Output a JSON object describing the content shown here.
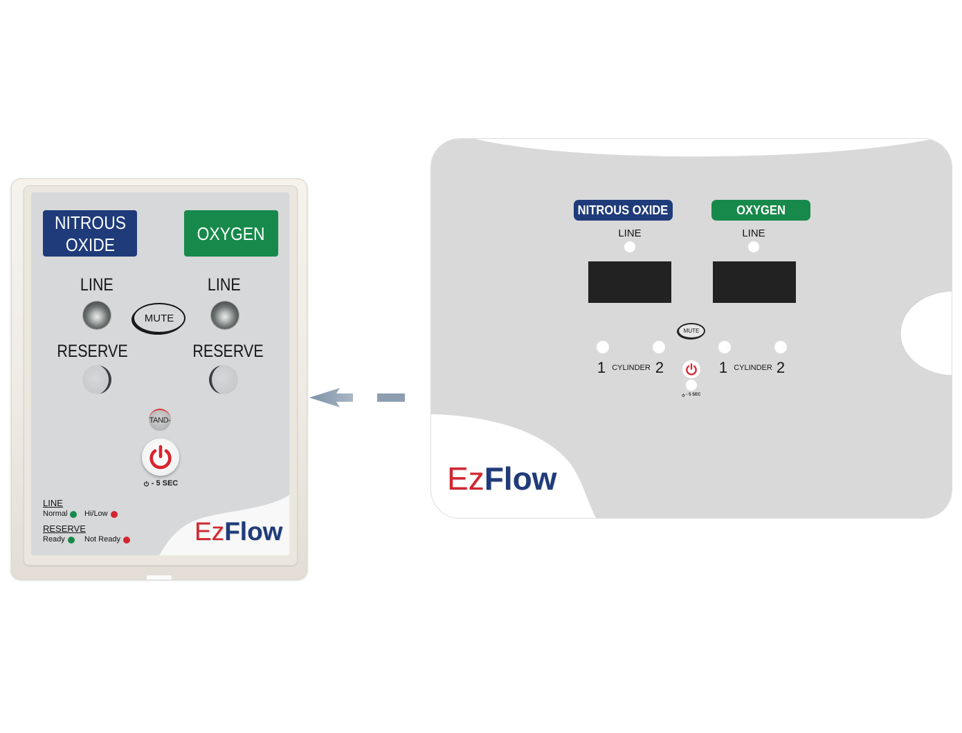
{
  "colors": {
    "navy": "#1f3b7a",
    "green": "#178a4b",
    "red": "#d22630",
    "panel_gray": "#d7d8da",
    "housing": "#efebe4",
    "arrow": "#8c9db0",
    "display": "#222222"
  },
  "icons": {
    "power": "power-icon",
    "arrow": "arrow-left-icon",
    "indicator": "led-indicator-icon"
  },
  "left_device": {
    "nitrous_label": [
      "NITROUS",
      "OXIDE"
    ],
    "oxygen_label": "OXYGEN",
    "nitrous_line_label": "LINE",
    "oxygen_line_label": "LINE",
    "mute_button_label": "MUTE",
    "nitrous_reserve_label": "RESERVE",
    "oxygen_reserve_label": "RESERVE",
    "standby_button_label": "TAND-",
    "power_hold_hint": "- 5 SEC",
    "legend": {
      "line_title": "LINE",
      "line_ok": "Normal",
      "line_alarm": "Hi/Low",
      "reserve_title": "RESERVE",
      "reserve_ok": "Ready",
      "reserve_alarm": "Not Ready"
    },
    "logo": {
      "part1": "Ez",
      "part2": "Flow"
    }
  },
  "right_panel": {
    "nitrous_label": "NITROUS OXIDE",
    "oxygen_label": "OXYGEN",
    "nitrous_line_label": "LINE",
    "oxygen_line_label": "LINE",
    "mute_button_label": "MUTE",
    "nitrous_cylinders": {
      "first": "1",
      "label": "CYLINDER",
      "second": "2"
    },
    "oxygen_cylinders": {
      "first": "1",
      "label": "CYLINDER",
      "second": "2"
    },
    "power_hold_hint": "- 5 SEC",
    "logo": {
      "part1": "Ez",
      "part2": "Flow"
    }
  }
}
